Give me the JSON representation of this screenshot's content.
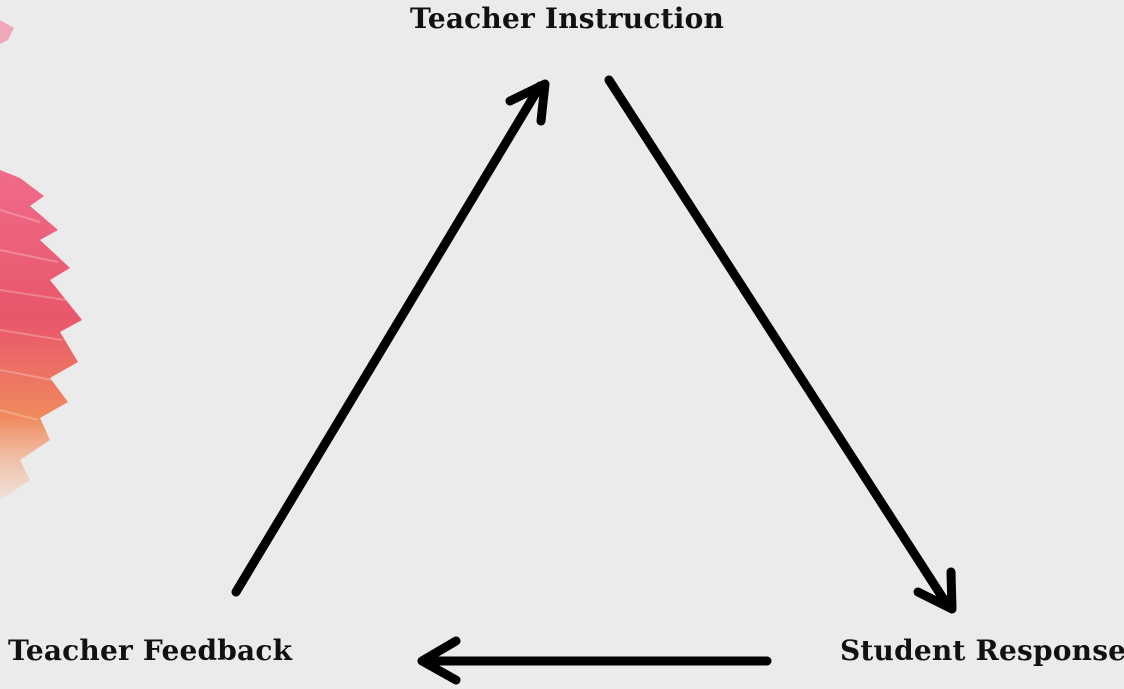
{
  "diagram": {
    "nodes": {
      "top": "Teacher Instruction",
      "left": "Teacher Feedback",
      "right": "Student Response"
    },
    "edges": [
      {
        "from": "Teacher Instruction",
        "to": "Student Response"
      },
      {
        "from": "Student Response",
        "to": "Teacher Feedback"
      },
      {
        "from": "Teacher Feedback",
        "to": "Teacher Instruction"
      }
    ]
  },
  "colors": {
    "background": "#ebebeb",
    "arrow": "#000000",
    "text": "#111111",
    "brush_primary": "#e8566a",
    "brush_secondary": "#f08a5d"
  }
}
